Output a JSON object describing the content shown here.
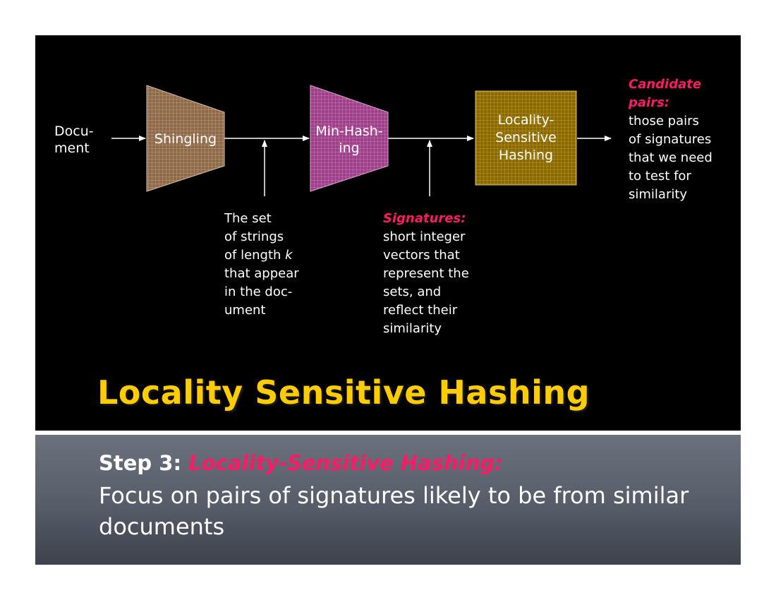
{
  "diagram": {
    "document_label": "Docu-\nment",
    "shingling_label": "Shingling",
    "minhash_label": "Min-Hash-\ning",
    "lsh_label": "Locality-\nSensitive\nHashing",
    "set_note": "The set\nof strings\nof length ",
    "set_note_k": "k",
    "set_note_rest": "\nthat appear\nin the doc-\nument",
    "signatures_heading": "Signatures:",
    "signatures_text": "short integer\nvectors that\nrepresent the\nsets, and\nreflect their\nsimilarity",
    "candidate_heading": "Candidate\npairs:",
    "candidate_text": "those pairs\nof signatures\nthat we need\nto test for\nsimilarity"
  },
  "title": "Locality Sensitive Hashing",
  "step": {
    "label": "Step 3: ",
    "name": "Locality-Sensitive Hashing:",
    "description": "Focus on pairs of signatures likely to be from similar documents"
  },
  "colors": {
    "accent": "#ff1a66",
    "title": "#ffcc00",
    "shingling_box": "#8f6a4a",
    "minhash_box": "#9e3f8a",
    "lsh_box": "#8a6a00"
  }
}
